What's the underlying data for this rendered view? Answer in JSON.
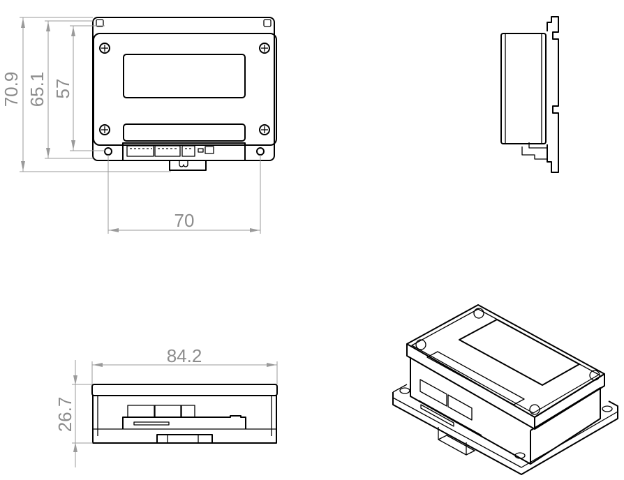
{
  "dimensions": {
    "overall_height": "70.9",
    "frame_height": "65.1",
    "hole_spacing_vertical": "57",
    "hole_spacing_horizontal": "70",
    "overall_width": "84.2",
    "overall_depth": "26.7"
  },
  "colors": {
    "outline": "#000000",
    "dimension": "#9a9a9a",
    "dimension_text": "#8c8c8c",
    "background": "#ffffff"
  }
}
